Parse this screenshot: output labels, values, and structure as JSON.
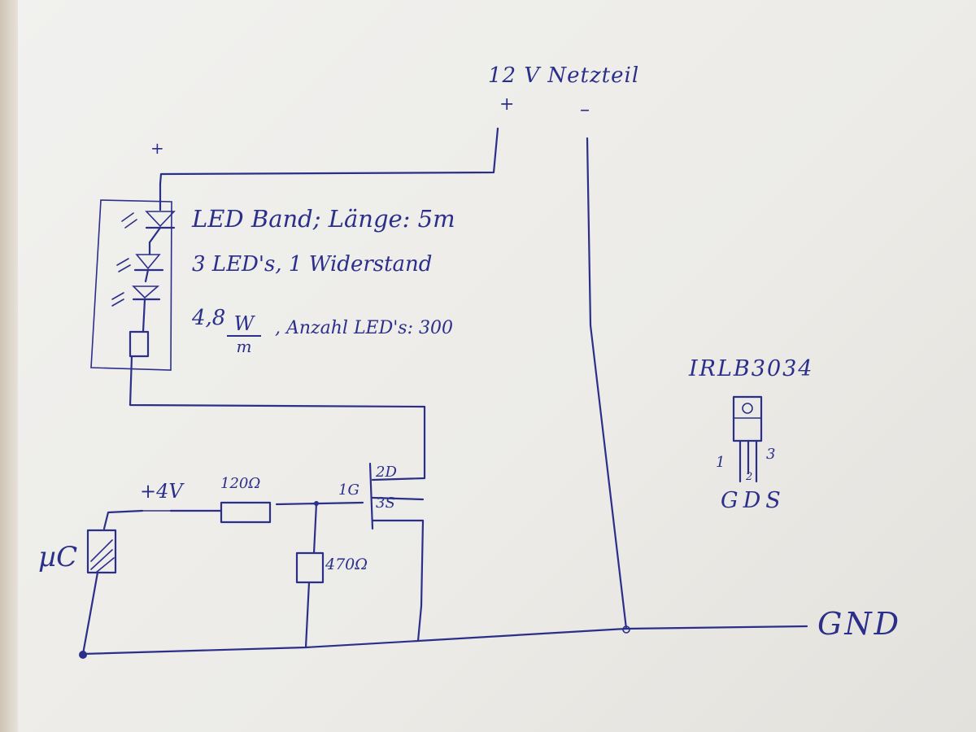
{
  "labels": {
    "power_supply": "12 V Netzteil",
    "plus": "+",
    "minus": "–",
    "led_plus": "+",
    "led_line1": "LED Band; Länge: 5m",
    "led_line2": "3 LED's, 1 Widerstand",
    "led_line3a": "4,8",
    "led_line3_num": "W",
    "led_line3_den": "m",
    "led_line3b": ", Anzahl LED's: 300",
    "mosfet": "IRLB3034",
    "pin1": "1",
    "pin2": "2",
    "pin3": "3",
    "pin_letters": "GDS",
    "voltage": "+4V",
    "r_gate": "120Ω",
    "r_pulldown": "470Ω",
    "gate_pin": "1G",
    "drain_pin": "2D",
    "source_pin": "3S",
    "microcontroller": "µC",
    "ground": "GND"
  },
  "colors": {
    "ink": "#2b2f8a",
    "paper": "#eeede9"
  }
}
